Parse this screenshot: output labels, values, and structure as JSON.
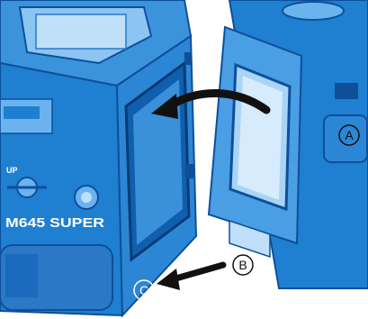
{
  "figure": {
    "model_label": "M645 SUPER",
    "indicator_label": "UP",
    "callouts": {
      "a": "A",
      "b": "B",
      "c": "C"
    }
  },
  "colors": {
    "body_blue": "#1f7fd1",
    "highlight_blue": "#6bb3ee",
    "shadow_blue": "#0e4f9a",
    "arrow_black": "#111111",
    "background": "#ffffff"
  }
}
